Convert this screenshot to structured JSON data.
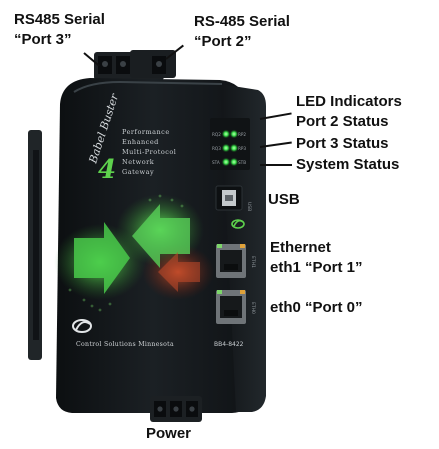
{
  "callouts": {
    "rs485_port3_line1": "RS485 Serial",
    "rs485_port3_line2": "“Port 3”",
    "rs485_port2_line1": "RS-485 Serial",
    "rs485_port2_line2": "“Port 2”",
    "led_indicators": "LED Indicators",
    "port2_status": "Port 2 Status",
    "port3_status": "Port 3 Status",
    "system_status": "System Status",
    "usb": "USB",
    "ethernet": "Ethernet",
    "eth1": "eth1 “Port 1”",
    "eth0": "eth0 “Port 0”",
    "power": "Power"
  },
  "device": {
    "product_name_line1": "Babel Buster",
    "product_name_number": "4",
    "tagline": [
      "Performance",
      "Enhanced",
      "Multi-Protocol",
      "Network",
      "Gateway"
    ],
    "brand": "Control Solutions Minnesota",
    "model": "BB4-8422",
    "led_labels": [
      "RQ2",
      "RP2",
      "RQ3",
      "RP3",
      "STA",
      "STB"
    ],
    "usb_side_label": "USB",
    "eth1_side_label": "ETH1",
    "eth0_side_label": "ETH0"
  },
  "colors": {
    "body": "#171b1e",
    "led_green": "#39e04a",
    "accent_green": "#5ed24d",
    "arrow_green": "#49c94a",
    "arrow_red": "#c24a2a",
    "callout_text": "#111111"
  }
}
